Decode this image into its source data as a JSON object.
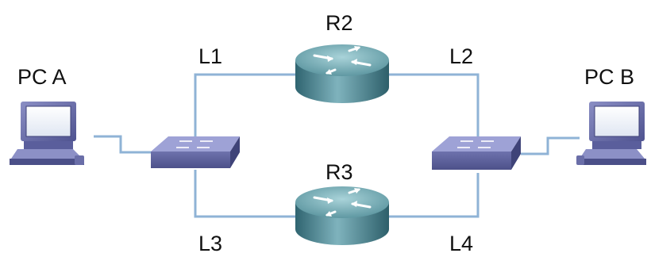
{
  "nodes": {
    "pc_a": {
      "label": "PC A"
    },
    "pc_b": {
      "label": "PC B"
    },
    "r2": {
      "label": "R2"
    },
    "r3": {
      "label": "R3"
    }
  },
  "links": {
    "l1": {
      "label": "L1"
    },
    "l2": {
      "label": "L2"
    },
    "l3": {
      "label": "L3"
    },
    "l4": {
      "label": "L4"
    }
  },
  "colors": {
    "wire": "#8fb3d6",
    "switch": "#7b7fb8",
    "router": "#4f8a96",
    "pc": "#6f74ac"
  }
}
